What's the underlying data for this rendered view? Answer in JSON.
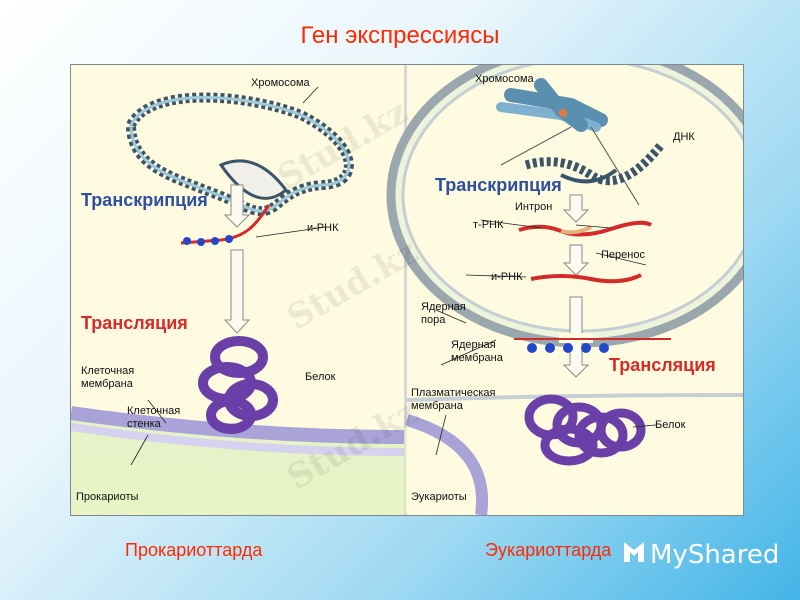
{
  "title": "Ген экспрессиясы",
  "captions": {
    "left": "Прокариоттарда",
    "right": "Эукариоттарда"
  },
  "prokaryote": {
    "chromosome": "Хромосома",
    "transcription": "Транскрипция",
    "mrna": "и-РНК",
    "translation": "Трансляция",
    "protein": "Белок",
    "cell_membrane": "Клеточная\nмембрана",
    "cell_wall": "Клеточная\nстенка",
    "panel_label": "Прокариоты"
  },
  "eukaryote": {
    "chromosome": "Хромосома",
    "dna": "ДНК",
    "transcription": "Транскрипция",
    "intron": "Интрон",
    "trna": "т-РНК",
    "transfer": "Перенос",
    "mrna": "и-РНК",
    "nuclear_pore": "Ядерная\nпора",
    "nuclear_membrane": "Ядерная\nмембрана",
    "translation": "Трансляция",
    "plasma_membrane": "Плазматическая\nмембрана",
    "protein": "Белок",
    "panel_label": "Эукариоты"
  },
  "watermark": "Stud.kz",
  "logo": "MyShared",
  "colors": {
    "title": "#ff2a00",
    "transcription": "#2c4fa0",
    "translation": "#d72a2a",
    "protein": "#6a3fa8",
    "ribosome": "#2247c9",
    "membrane": "#a9a3d8"
  }
}
